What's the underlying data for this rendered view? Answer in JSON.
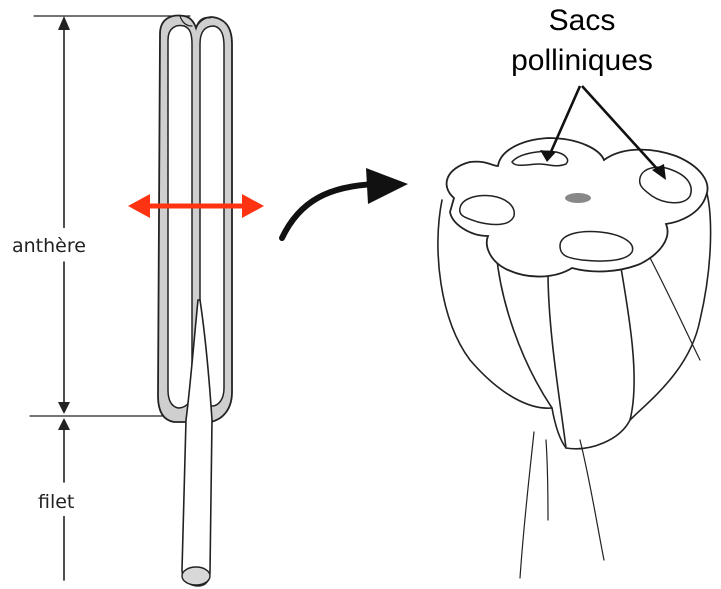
{
  "labels": {
    "anther": "anthère",
    "filament": "filet",
    "pollen_sacs_line1": "Sacs",
    "pollen_sacs_line2": "polliniques"
  },
  "colors": {
    "ink": "#222222",
    "cut_arrow": "#ff3311",
    "anther_shading": "#cfcfcf",
    "sac_stipple": "#888888"
  },
  "icons": {
    "cut_marker": "double-headed-arrow",
    "transition": "curved-arrow"
  }
}
